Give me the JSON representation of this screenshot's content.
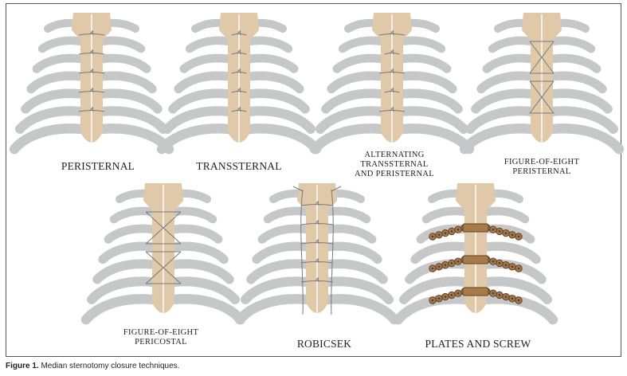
{
  "colors": {
    "rib": "#c6c7c9",
    "sternum": "#dfc9a8",
    "wire": "#777a7e",
    "plate": "#a87a4a",
    "screw": "#5a4028"
  },
  "panels": [
    {
      "id": "peristernal",
      "lines": [
        "PERISTERNAL"
      ],
      "technique": "peristernal"
    },
    {
      "id": "transsternal",
      "lines": [
        "TRANSSTERNAL"
      ],
      "technique": "transsternal"
    },
    {
      "id": "alternating",
      "lines": [
        "ALTERNATING",
        "TRANSSTERNAL",
        "AND PERISTERNAL"
      ],
      "technique": "alternating"
    },
    {
      "id": "figure-eight-peristernal",
      "lines": [
        "FIGURE-OF-EIGHT",
        "PERISTERNAL"
      ],
      "technique": "fig8"
    },
    {
      "id": "figure-eight-pericostal",
      "lines": [
        "FIGURE-OF-EIGHT",
        "PERICOSTAL"
      ],
      "technique": "fig8peri"
    },
    {
      "id": "robicsek",
      "lines": [
        "ROBICSEK"
      ],
      "technique": "robicsek"
    },
    {
      "id": "plates-and-screw",
      "lines": [
        "PLATES AND SCREW"
      ],
      "technique": "plates"
    }
  ],
  "caption": {
    "label": "Figure 1.",
    "text": " Median sternotomy closure techniques."
  }
}
